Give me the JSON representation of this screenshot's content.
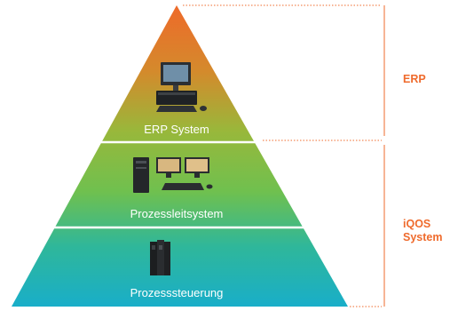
{
  "pyramid": {
    "layers": [
      {
        "label": "ERP System",
        "icon": "computer-workstation-icon"
      },
      {
        "label": "Prozessleitsystem",
        "icon": "control-station-monitors-icon"
      },
      {
        "label": "Prozesssteuerung",
        "icon": "plc-controller-icon"
      }
    ],
    "colors": {
      "top": "#ee6a2a",
      "middle": "#8cc43e",
      "bottom": "#1eb1c9",
      "bracket": "#ef6b2d"
    }
  },
  "brackets": {
    "erp_label": "ERP",
    "iqos_line1": "iQOS",
    "iqos_line2": "System"
  }
}
